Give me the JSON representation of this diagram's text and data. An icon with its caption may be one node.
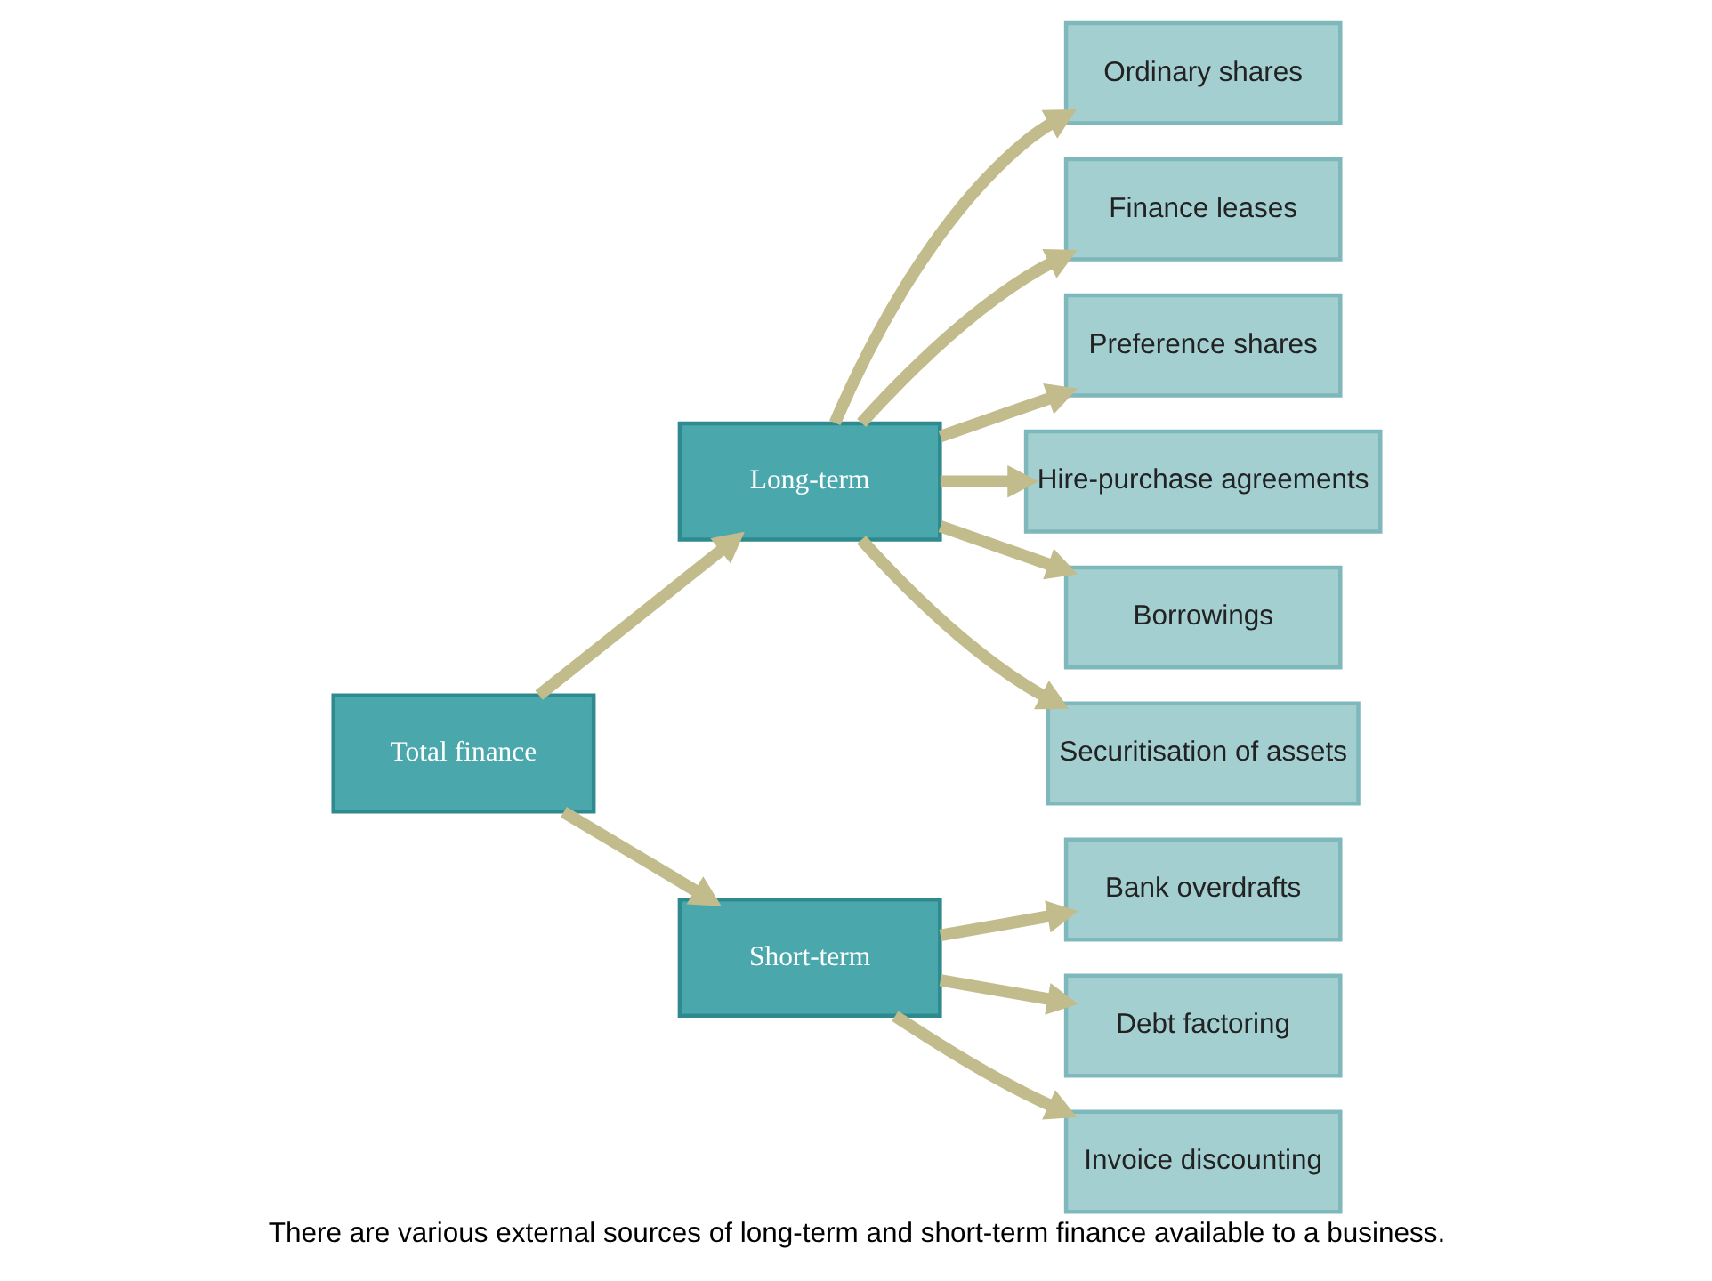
{
  "diagram": {
    "caption": "There are various external sources of long-term and short-term finance available to a business.",
    "nodes": [
      {
        "text": [
          "Ordinary shares"
        ]
      },
      {
        "text": [
          "Long-term"
        ]
      },
      {
        "text": [
          "Finance leases"
        ]
      },
      {
        "text": [
          "Preference shares"
        ]
      },
      {
        "text": [
          "Hire-purchase agreements"
        ]
      },
      {
        "text": [
          "Borrowings"
        ]
      },
      {
        "text": [
          "Securitisation of assets"
        ]
      },
      {
        "text": [
          "Total finance"
        ]
      },
      {
        "text": [
          "Bank overdrafts"
        ]
      },
      {
        "text": [
          "Short-term"
        ]
      },
      {
        "text": [
          "Debt factoring"
        ]
      },
      {
        "text": [
          "Invoice discounting"
        ]
      }
    ],
    "edges": [
      {
        "from": 7,
        "to": 1,
        "arrow": "to"
      },
      {
        "from": 7,
        "to": 9,
        "arrow": "to"
      },
      {
        "from": 1,
        "to": 0,
        "arrow": "to"
      },
      {
        "from": 1,
        "to": 3,
        "arrow": "to"
      },
      {
        "from": 1,
        "to": 5,
        "arrow": "to"
      },
      {
        "from": 1,
        "to": 2,
        "arrow": "to"
      },
      {
        "from": 1,
        "to": 4,
        "arrow": "to"
      },
      {
        "from": 1,
        "to": 6,
        "arrow": "to"
      },
      {
        "from": 9,
        "to": 8,
        "arrow": "to"
      },
      {
        "from": 9,
        "to": 10,
        "arrow": "to"
      },
      {
        "from": 9,
        "to": 11,
        "arrow": "to"
      }
    ]
  }
}
